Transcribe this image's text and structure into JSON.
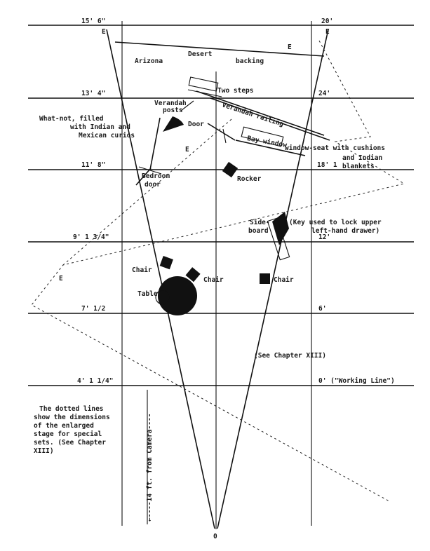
{
  "distances": {
    "left": [
      "15' 6\"",
      "13' 4\"",
      "11' 8\"",
      "9' 1 3/4\"",
      "7' 1/2",
      "4' 1 1/4\""
    ],
    "right": [
      "20'",
      "24'",
      "18' 1",
      "12'",
      "6'",
      "0' (\"Working Line\")"
    ]
  },
  "origin_label": "0",
  "e_markers": [
    "E",
    "E",
    "E",
    "E",
    "E"
  ],
  "labels": {
    "backing": [
      "Arizona",
      "Desert",
      "backing"
    ],
    "two_steps": "Two steps",
    "veranda_posts": [
      "Verandah",
      "posts"
    ],
    "veranda_railing": "Verandah railing",
    "whatnot": [
      "What-not, filled",
      "with Indian and",
      "Mexican curios"
    ],
    "door": "Door",
    "bay_window": "Bay window",
    "window_seat": [
      "window-seat with cushions",
      "and Indian",
      "blankets"
    ],
    "bedroom_door": [
      "Bedroom",
      "door"
    ],
    "rocker": "Rocker",
    "sideboard": [
      "Side-",
      "board"
    ],
    "key_note": [
      "(Key used to lock upper",
      "left-hand drawer)"
    ],
    "chair_left": "Chair",
    "chair_mid": "Chair",
    "chair_right": "Chair",
    "table": "Table",
    "see_chapter": "(See Chapter XIII)",
    "camera_distance": "←----14 ft. from Camera----",
    "note": [
      "The dotted lines",
      "show the dimensions",
      "of the enlarged",
      "stage for special",
      "sets. (See Chapter",
      "XIII)"
    ]
  }
}
